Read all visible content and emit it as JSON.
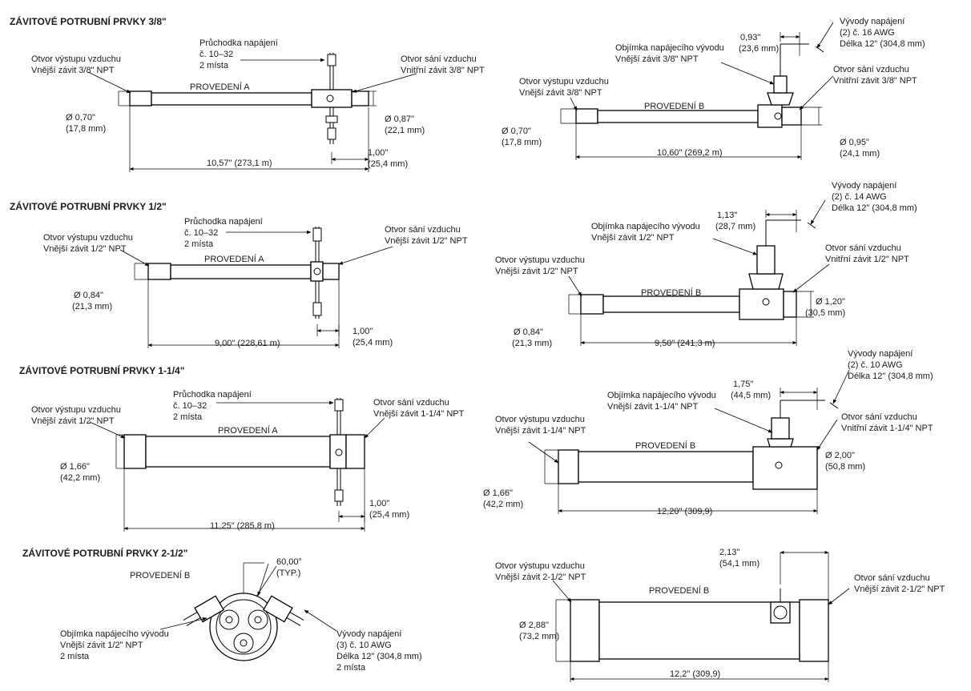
{
  "sections": {
    "s38": {
      "title": "ZÁVITOVÉ POTRUBNÍ PRVKY 3/8\"",
      "a": {
        "outlet": [
          "Otvor výstupu vzduchu",
          "Vnější závit 3/8\" NPT"
        ],
        "feed": [
          "Průchodka napájení",
          "č. 10–32",
          "2 místa"
        ],
        "inlet": [
          "Otvor sání vzduchu",
          "Vnitřní závit 3/8\" NPT"
        ],
        "variant": "PROVEDENÍ A",
        "dia_out": [
          "Ø 0,70\"",
          "(17,8 mm)"
        ],
        "dia_in": [
          "Ø 0,87\"",
          "(22,1 mm)"
        ],
        "offset": [
          "1,00\"",
          "(25,4 mm)"
        ],
        "length": "10,57\" (273,1 m)"
      },
      "b": {
        "leads": [
          "Vývody napájení",
          "(2) č. 16 AWG",
          "Délka 12\" (304,8 mm)"
        ],
        "sleeve": [
          "Objímka napájecího vývodu",
          "Vnější závit 3/8\" NPT"
        ],
        "height": [
          "0,93\"",
          "(23,6 mm)"
        ],
        "outlet": [
          "Otvor výstupu vzduchu",
          "Vnější závit 3/8\" NPT"
        ],
        "inlet": [
          "Otvor sání vzduchu",
          "Vnitřní závit 3/8\" NPT"
        ],
        "variant": "PROVEDENÍ B",
        "dia_out": [
          "Ø 0,70\"",
          "(17,8 mm)"
        ],
        "dia_in": [
          "Ø 0,95\"",
          "(24,1 mm)"
        ],
        "length": "10,60\" (269,2 m)"
      }
    },
    "s12": {
      "title": "ZÁVITOVÉ POTRUBNÍ PRVKY 1/2\"",
      "a": {
        "outlet": [
          "Otvor výstupu vzduchu",
          "Vnější závit 1/2\" NPT"
        ],
        "feed": [
          "Průchodka napájení",
          "č. 10–32",
          "2 místa"
        ],
        "inlet": [
          "Otvor sání vzduchu",
          "Vnější závit 1/2\" NPT"
        ],
        "variant": "PROVEDENÍ A",
        "dia_out": [
          "Ø 0,84\"",
          "(21,3 mm)"
        ],
        "offset": [
          "1,00\"",
          "(25,4 mm)"
        ],
        "length": "9,00\" (228,61 m)"
      },
      "b": {
        "leads": [
          "Vývody napájení",
          "(2) č. 14 AWG",
          "Délka 12\" (304,8 mm)"
        ],
        "sleeve": [
          "Objímka napájecího vývodu",
          "Vnější závit 1/2\" NPT"
        ],
        "height": [
          "1,13\"",
          "(28,7 mm)"
        ],
        "outlet": [
          "Otvor výstupu vzduchu",
          "Vnější závit 1/2\" NPT"
        ],
        "inlet": [
          "Otvor sání vzduchu",
          "Vnitřní závit 1/2\" NPT"
        ],
        "variant": "PROVEDENÍ B",
        "dia_out": [
          "Ø 0,84\"",
          "(21,3 mm)"
        ],
        "dia_in": [
          "Ø 1,20\"",
          "(30,5 mm)"
        ],
        "length": "9,50\" (241,3 m)"
      }
    },
    "s114": {
      "title": "ZÁVITOVÉ POTRUBNÍ PRVKY 1-1/4\"",
      "a": {
        "outlet": [
          "Otvor výstupu vzduchu",
          "Vnější závit 1/2\" NPT"
        ],
        "feed": [
          "Průchodka napájení",
          "č. 10–32",
          "2 místa"
        ],
        "inlet": [
          "Otvor sání vzduchu",
          "Vnější závit 1-1/4\" NPT"
        ],
        "variant": "PROVEDENÍ A",
        "dia_out": [
          "Ø 1,66\"",
          "(42,2 mm)"
        ],
        "offset": [
          "1,00\"",
          "(25,4 mm)"
        ],
        "length": "11,25\" (285,8 m)"
      },
      "b": {
        "leads": [
          "Vývody napájení",
          "(2) č. 10 AWG",
          "Délka 12\" (304,8 mm)"
        ],
        "sleeve": [
          "Objímka napájecího vývodu",
          "Vnější závit 1-1/4\" NPT"
        ],
        "height": [
          "1,75\"",
          "(44,5 mm)"
        ],
        "outlet": [
          "Otvor výstupu vzduchu",
          "Vnější závit 1-1/4\" NPT"
        ],
        "inlet": [
          "Otvor sání vzduchu",
          "Vnitřní závit 1-1/4\" NPT"
        ],
        "variant": "PROVEDENÍ B",
        "dia_out": [
          "Ø 1,66\"",
          "(42,2 mm)"
        ],
        "dia_in": [
          "Ø 2,00\"",
          "(50,8 mm)"
        ],
        "length": "12,20\" (309,9)"
      }
    },
    "s212": {
      "title": "ZÁVITOVÉ POTRUBNÍ PRVKY 2-1/2\"",
      "end": {
        "variant": "PROVEDENÍ B",
        "angle": [
          "60,00°",
          "(TYP.)"
        ],
        "sleeve": [
          "Objímka napájecího vývodu",
          "Vnější závit 1/2\" NPT",
          "2 místa"
        ],
        "leads": [
          "Vývody napájení",
          "(3) č. 10 AWG",
          "Délka 12\" (304,8 mm)",
          "2 místa"
        ]
      },
      "side": {
        "outlet": [
          "Otvor výstupu vzduchu",
          "Vnější závit 2-1/2\" NPT"
        ],
        "inlet": [
          "Otvor sání vzduchu",
          "Vnější závit 2-1/2\" NPT"
        ],
        "height": [
          "2,13\"",
          "(54,1 mm)"
        ],
        "variant": "PROVEDENÍ B",
        "dia": [
          "Ø 2,88\"",
          "(73,2 mm)"
        ],
        "length": "12,2\" (309,9)"
      }
    }
  }
}
